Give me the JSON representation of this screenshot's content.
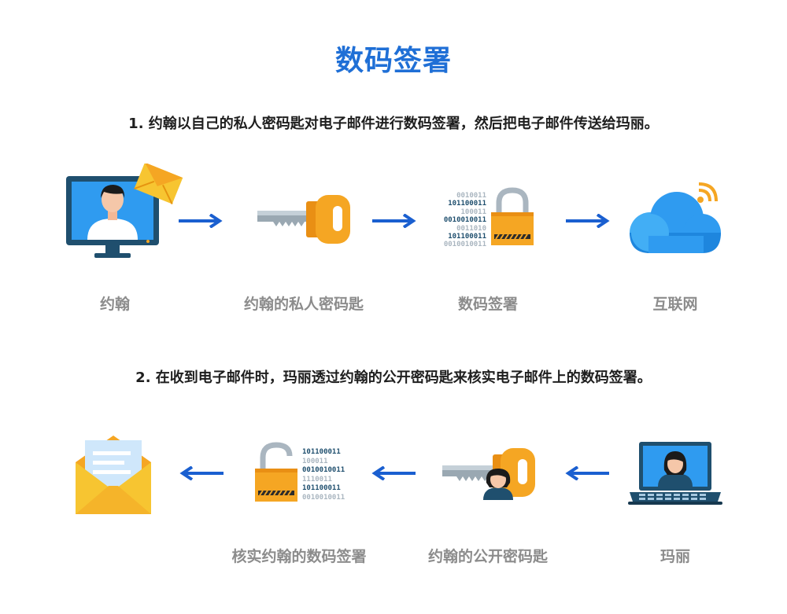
{
  "title": "数码签署",
  "step1": {
    "text": "1. 约翰以自己的私人密码匙对电子邮件进行数码签署，然后把电子邮件传送给玛丽。",
    "labels": [
      "约翰",
      "约翰的私人密码匙",
      "数码签署",
      "互联网"
    ]
  },
  "step2": {
    "text": "2. 在收到电子邮件时，玛丽透过约翰的公开密码匙来核实电子邮件上的数码签署。",
    "labels": [
      "核实约翰的数码签署",
      "约翰的公开密码匙",
      "玛丽"
    ]
  },
  "binary_a": [
    "0010011",
    "101100011",
    "100011",
    "0010010011",
    "0011010",
    "101100011",
    "0010010011"
  ],
  "binary_b": [
    "101100011",
    "100011",
    "0010010011",
    "1110011",
    "101100011",
    "0010010011"
  ],
  "colors": {
    "accent_blue": "#1f6fd6",
    "arrow_blue": "#1a5fd0",
    "lock_orange": "#f5a623",
    "cloud_blue": "#2f9bf0",
    "label_gray": "#8c8c8c"
  },
  "icons": [
    "monitor-person-icon",
    "envelope-icon",
    "key-icon",
    "padlock-icon",
    "cloud-wifi-icon",
    "open-envelope-icon",
    "laptop-person-icon"
  ]
}
